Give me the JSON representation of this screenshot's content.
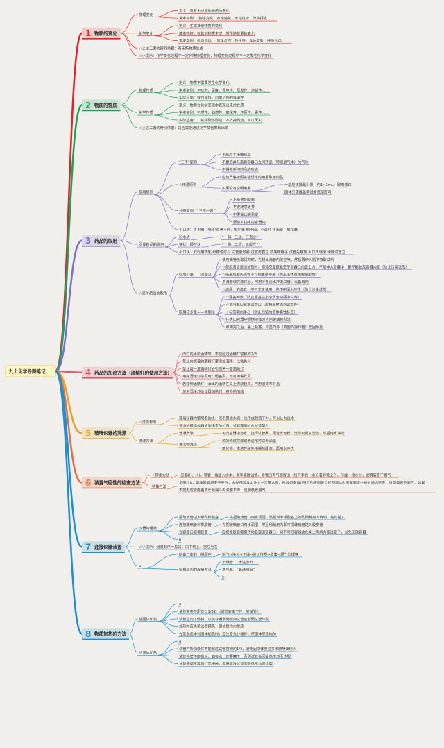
{
  "root": "九上化学导图笔记",
  "colors": [
    "#e0262a",
    "#19a35a",
    "#7e6ec8",
    "#e05a6e",
    "#e8a21e",
    "#ec6d3e",
    "#1f8fd1",
    "#1f8fd1"
  ],
  "sections": [
    {
      "num": "1",
      "title": "物质的变化",
      "children": [
        {
          "text": "物理变化",
          "children": [
            {
              "text": "定义：没有生成其他物质的变化"
            },
            {
              "text": "常考实例：（物态变化）石蜡熔化、水结成冰、汽油挥发……"
            }
          ]
        },
        {
          "text": "化学变化",
          "children": [
            {
              "text": "定义：生成其他物质的变化"
            },
            {
              "text": "基本特征：有其他物质生成，常伴随能量的变化"
            },
            {
              "text": "常考实例：燃烧燃烧、（氧化反应）铁生锈、食物腐败、呼吸作用……"
            }
          ]
        },
        {
          "text": "☆上述二者的辨别依据：有无新物质生成"
        },
        {
          "text": "☆小提示：化学变化过程中一定伴随物理变化，物理变化过程中不一定发生化学变化"
        }
      ]
    },
    {
      "num": "2",
      "title": "物质的性质",
      "children": [
        {
          "text": "物理性质",
          "children": [
            {
              "text": "定义：物质不需要发生化学变化"
            },
            {
              "text": "常考实例：色味态、硬度、导电性、挥发性、溶解性……"
            },
            {
              "text": "实际应用：铜作导线，利用了铜的导电性"
            }
          ]
        },
        {
          "text": "化学性质",
          "children": [
            {
              "text": "定义：物质在化学变化中表现出来的性质"
            },
            {
              "text": "常考实例：可燃性、助燃性、氧化性、还原性、毒性……"
            },
            {
              "text": "实际应用：二氧化碳不燃烧，不支持燃烧，可以灭火"
            }
          ]
        },
        {
          "text": "☆上述二者的辨别依据：是否需要通过化学变化表现出来"
        }
      ]
    },
    {
      "num": "3",
      "title": "药品的取用",
      "children": [
        {
          "text": "取用原则",
          "children": [
            {
              "text": "“三不”原则",
              "children": [
                {
                  "text": "不能用手接触药品"
                },
                {
                  "text": "不要把鼻孔凑到容器口去闻药品（特别是气体）的气味"
                },
                {
                  "text": "不得尝任何药品的味道"
                }
              ]
            },
            {
              "text": "☆用量原则",
              "children": [
                {
                  "text": "应该严格按照实验规定的用量取用药品"
                },
                {
                  "text": "如果没有说明用量",
                  "children": [
                    {
                      "text": "一般应该按最少量（约1~2mL）取用液体"
                    },
                    {
                      "text": "固体只需要盖满试管底部即可"
                    }
                  ]
                }
              ]
            },
            {
              "text": "处理原则（“三不一要”）",
              "children": [
                {
                  "text": "不能放回原瓶"
                },
                {
                  "text": "不要随意丢弃"
                },
                {
                  "text": "不要拿出实验室"
                },
                {
                  "text": "要放入指定的容器内"
                }
              ]
            },
            {
              "text": "小口诀：手不触，嘴不尝 鼻不闻，取少量 剩不回，不丢弃 不出室，放定器"
            }
          ]
        },
        {
          "text": "固体药品的取用",
          "children": [
            {
              "text": "粉末状",
              "children": [
                {
                  "text": "“一斜、二送、三直立”"
                }
              ]
            },
            {
              "text": "块状、颗粒状",
              "children": [
                {
                  "text": "“一横、二放、三缓立”"
                }
              ]
            },
            {
              "text": "小口诀：取粉用药匙 纸槽也可以 试管要倾斜 送底再直立 取块用镊子 试管先横放 入口再慢滑 滑底试管立"
            }
          ]
        },
        {
          "text": "☆液体药品的取用",
          "children": [
            {
              "text": "取用少量——滴加法",
              "children": [
                {
                  "text": "使用滴管吸取试剂时，先赶出滴管内的空气，然后再伸入瓶中吸取试剂"
                },
                {
                  "text": "☆使用滴管滴加试剂时，滴管应竖直悬空于容器口的正上方，不能伸入容器中，更不能触及容器内壁（防止污染试剂）"
                },
                {
                  "text": "☆吸液后胶头滴管不可倒置或平放（防止液体腐蚀橡胶胶帽）"
                },
                {
                  "text": "用滴管取完液体后，可用少量清水冲洗试管，以备再用"
                },
                {
                  "text": "☆滴瓶上的滴管，不可交叉使用，也不用清水冲洗（防止污染试剂）"
                }
              ]
            },
            {
              "text": "取用较多量——倾倒法",
              "children": [
                {
                  "text": "☆瓶塞倒放（防止瓶塞沾上杂质污染瓶中试剂）"
                },
                {
                  "text": "☆试剂瓶口紧挨试管口（避免液体洒到试管外）"
                },
                {
                  "text": "☆标签朝向手心（防止残留的液体腐蚀标签）"
                },
                {
                  "text": "往大口容器中倾倒液体时应用玻璃棒引流"
                },
                {
                  "text": "取用完之后，盖上瓶塞，标签向外（或面向操作者）放回原处"
                }
              ]
            }
          ]
        }
      ]
    },
    {
      "num": "4",
      "title": "药品的加热方法（酒精灯的使用方法）",
      "children": [
        {
          "text": "向灯内添加酒精时，不能超过酒精灯容积的2/3"
        },
        {
          "text": "禁止向燃着的酒精灯里添加酒精，以免失火"
        },
        {
          "text": "禁止用一盏酒精灯去引燃另一盏酒精灯"
        },
        {
          "text": "用完酒精灯必须用灯帽盖灭，不可用嘴吹灭"
        },
        {
          "text": "若碰倒酒精灯，洒出的酒精在桌上燃烧起来，可用湿抹布扑盖"
        },
        {
          "text": "使用酒精灯给仪器加热时，用外焰加热"
        }
      ]
    },
    {
      "num": "5",
      "title": "玻璃仪器的洗涤",
      "children": [
        {
          "text": "☆洗涤标准",
          "children": [
            {
              "text": "玻璃仪器内壁附着的水，既不聚成水滴，也不成股流下时，可以认为洗净"
            },
            {
              "text": "洗净的玻璃仪器放到指定的位置，试管要倒立在试管架上"
            }
          ]
        },
        {
          "text": "洗涤方法",
          "children": [
            {
              "text": "普通洗涤",
              "children": [
                {
                  "text": "可向容器中加水，选择试管刷，配合去污粉，洗涤剂反复洗涤，然后用水冲洗"
                }
              ]
            },
            {
              "text": "难溶物洗涤",
              "children": [
                {
                  "text": "热的纯碱溶液或洗洁精可以去油脂"
                },
                {
                  "text": "氧化物，难溶性碱先用稀盐酸溶，再用水冲洗"
                }
              ]
            }
          ]
        }
      ]
    },
    {
      "num": "6",
      "title": "装置气密性的检查方法",
      "children": [
        {
          "text": "☆常用方法",
          "children": [
            {
              "text": "见图(I)、(II)，导管一端浸入水中，用手紧握试管，导管口有气泡冒出，松开手后，水沿着导管上升，形成一段水柱，说明装置不漏气"
            }
          ]
        },
        {
          "text": "特殊方法",
          "children": [
            {
              "text": "见图(III)，用橡胶管将夹子夹住，向长颈漏斗中注入一定量水后，形成如图(III)所示的液面差且长颈漏斗内液面高度一段时间内不变，说明装置不漏气。如果不能形成液面差或长颈漏斗内液面下降，说明装置漏气。"
            }
          ]
        }
      ]
    },
    {
      "num": "7",
      "title": "连接仪器装置",
      "children": [
        {
          "text": "仪器的组装",
          "children": [
            {
              "text": "把玻璃管插入带孔橡胶塞",
              "children": [
                {
                  "text": "先把玻璃管口用水润湿，然后对准橡胶塞上的孔稍稍用力转动，将其插入"
                }
              ]
            },
            {
              "text": "连接玻璃管和橡胶管",
              "children": [
                {
                  "text": "先把玻璃管口用水润湿，然后稍稍用力即可把玻璃管插入胶皮管"
                }
              ]
            },
            {
              "text": "在容器口塞橡胶塞",
              "children": [
                {
                  "text": "应把橡胶塞慢慢转动着塞进容器口，切不可把容器放在桌上再用力塞进塞子，以免压破容器"
                }
              ]
            },
            {
              "text": "b"
            }
          ]
        },
        {
          "text": "☆小提示：组装顺序一般是：由下到上，自左至右"
        },
        {
          "text": "a",
          "children": [
            {
              "text": "制备气体的一般顺序",
              "children": [
                {
                  "text": "制气→净化→干燥→验证性质→收集→尾气处理等"
                }
              ]
            },
            {
              "text": "仪器之间的连接方法",
              "children": [
                {
                  "text": "干燥管：“大进小出”"
                },
                {
                  "text": "洗气瓶：“长进短出”"
                },
                {
                  "text": "b"
                }
              ]
            }
          ]
        }
      ]
    },
    {
      "num": "8",
      "title": "物质加热的方法",
      "children": [
        {
          "text": "给固体加热",
          "children": [
            {
              "text": "a"
            },
            {
              "text": "试管夹夹在距管口1/3处（试管夹由下往上夹试管）"
            },
            {
              "text": "试管应向下倾斜，以防冷凝水倒流到试管底部而试管炸裂"
            },
            {
              "text": "加热时应先预试管预热，使试管均匀受热"
            },
            {
              "text": "在蒸发皿中对固体加热时，应注意充分搅拌，使固体受热均匀"
            }
          ]
        },
        {
          "text": "给液体加热",
          "children": [
            {
              "text": "a"
            },
            {
              "text": "试管内所加液体不能超过试管容积的1/3，避免因液体量过多沸腾喷出伤人"
            },
            {
              "text": "试管外壁不能有水，如有水一定要擦干，否则试管会因受热不均而炸裂"
            },
            {
              "text": "试管底部不要与灯芯接触，容易导致试管因受热不均而炸裂"
            }
          ]
        }
      ]
    }
  ]
}
